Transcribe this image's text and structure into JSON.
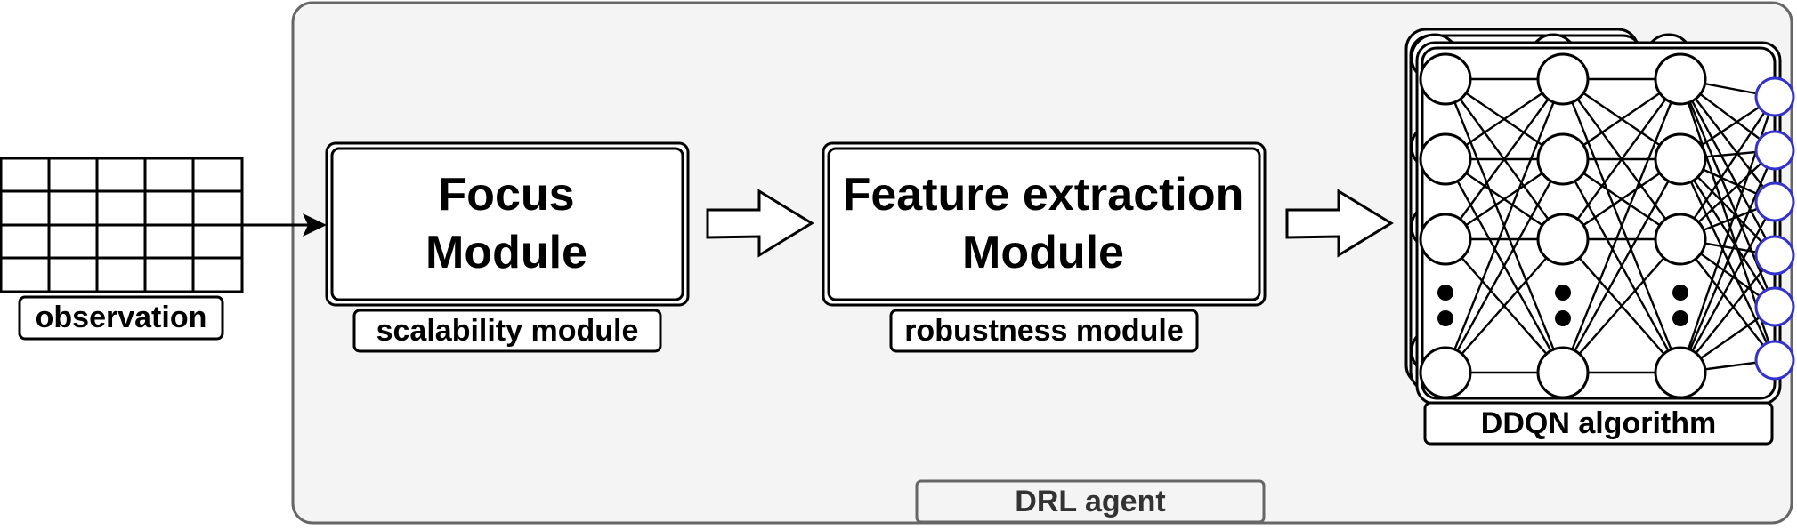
{
  "observation": {
    "label": "observation",
    "grid_rows": 4,
    "grid_cols": 5
  },
  "agent": {
    "label": "DRL agent"
  },
  "focus_module": {
    "title_line1": "Focus",
    "title_line2": "Module",
    "caption": "scalability module"
  },
  "feature_module": {
    "title_line1": "Feature extraction",
    "title_line2": "Module",
    "caption": "robustness module"
  },
  "ddqn": {
    "caption": "DDQN algorithm",
    "layers": [
      4,
      4,
      4,
      6
    ],
    "output_color": "#3333cc"
  },
  "colors": {
    "agent_fill": "#f4f4f4",
    "agent_border": "#666666",
    "agent_label": "#333333",
    "stroke": "#000000"
  }
}
